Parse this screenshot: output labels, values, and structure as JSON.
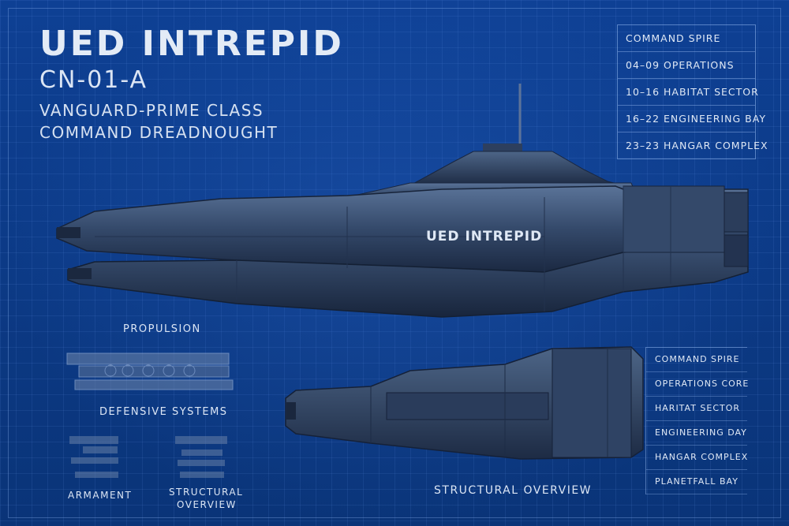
{
  "header": {
    "title": "UED INTREPID",
    "registry": "CN-01-A",
    "class_line": "VANGUARD-PRIME CLASS",
    "type_line": "COMMAND DREADNOUGHT"
  },
  "hull_marking": "UED INTREPID",
  "deck_table": [
    "COMMAND SPIRE",
    "04–09 OPERATIONS",
    "10–16 HABITAT SECTOR",
    "16–22 ENGINEERING BAY",
    "23–23 HANGAR COMPLEX"
  ],
  "section_list": [
    "COMMAND SPIRE",
    "OPERATIONS CORE",
    "HARITAT SECTOR",
    "ENGINEERING DAY",
    "HANGAR COMPLEX",
    "PLANETFALL BAY"
  ],
  "labels": {
    "propulsion": "PROPULSION",
    "defensive_systems": "DEFENSIVE SYSTEMS",
    "armament": "ARMAMENT",
    "structural_overview_small_1": "STRUCTURAL",
    "structural_overview_small_2": "OVERVIEW",
    "structural_overview_main": "STRUCTURAL OVERVIEW"
  },
  "colors": {
    "background": "#0d3c8a",
    "hull_light": "#4f6a8f",
    "hull_dark": "#1d2c45",
    "text": "#dfe8f5"
  }
}
